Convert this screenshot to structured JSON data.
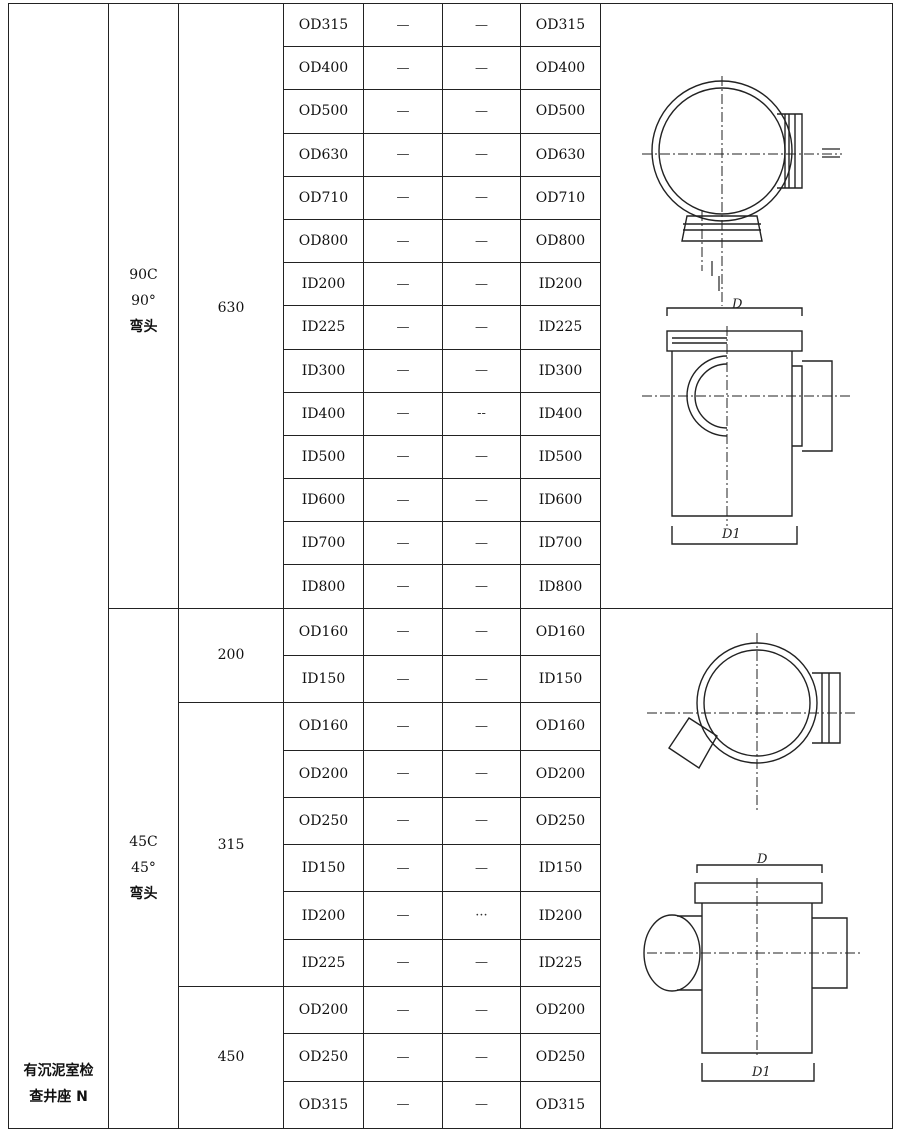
{
  "category": {
    "line1": "有沉泥室检",
    "line2": "查井座 N"
  },
  "groups": [
    {
      "code": "90C",
      "angle": "90°",
      "name": "弯头",
      "subgroups": [
        {
          "size": "630",
          "rows": [
            [
              "OD315",
              "—",
              "—",
              "OD315"
            ],
            [
              "OD400",
              "—",
              "—",
              "OD400"
            ],
            [
              "OD500",
              "—",
              "—",
              "OD500"
            ],
            [
              "OD630",
              "—",
              "—",
              "OD630"
            ],
            [
              "OD710",
              "—",
              "—",
              "OD710"
            ],
            [
              "OD800",
              "—",
              "—",
              "OD800"
            ],
            [
              "ID200",
              "—",
              "—",
              "ID200"
            ],
            [
              "ID225",
              "—",
              "—",
              "ID225"
            ],
            [
              "ID300",
              "—",
              "—",
              "ID300"
            ],
            [
              "ID400",
              "—",
              "--",
              "ID400"
            ],
            [
              "ID500",
              "—",
              "—",
              "ID500"
            ],
            [
              "ID600",
              "—",
              "—",
              "ID600"
            ],
            [
              "ID700",
              "—",
              "—",
              "ID700"
            ],
            [
              "ID800",
              "—",
              "—",
              "ID800"
            ]
          ]
        }
      ],
      "figure": {
        "label_d": "D",
        "label_d1": "D1"
      }
    },
    {
      "code": "45C",
      "angle": "45°",
      "name": "弯头",
      "subgroups": [
        {
          "size": "200",
          "rows": [
            [
              "OD160",
              "—",
              "—",
              "OD160"
            ],
            [
              "ID150",
              "—",
              "—",
              "ID150"
            ]
          ]
        },
        {
          "size": "315",
          "rows": [
            [
              "OD160",
              "—",
              "—",
              "OD160"
            ],
            [
              "OD200",
              "—",
              "—",
              "OD200"
            ],
            [
              "OD250",
              "—",
              "—",
              "OD250"
            ],
            [
              "ID150",
              "—",
              "—",
              "ID150"
            ],
            [
              "ID200",
              "—",
              "···",
              "ID200"
            ],
            [
              "ID225",
              "—",
              "—",
              "ID225"
            ]
          ]
        },
        {
          "size": "450",
          "rows": [
            [
              "OD200",
              "—",
              "—",
              "OD200"
            ],
            [
              "OD250",
              "—",
              "—",
              "OD250"
            ],
            [
              "OD315",
              "—",
              "—",
              "OD315"
            ]
          ]
        }
      ],
      "figure": {
        "label_d": "D",
        "label_d1": "D1"
      }
    }
  ]
}
